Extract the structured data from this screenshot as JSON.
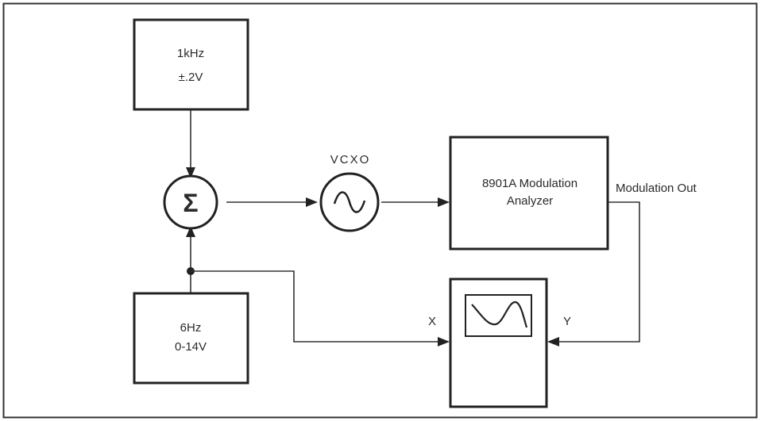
{
  "blocks": {
    "oscillator_1khz": {
      "line1": "1kHz",
      "line2": "±.2V"
    },
    "oscillator_6hz": {
      "line1": "6Hz",
      "line2": "0-14V"
    },
    "summer": {
      "symbol": "Σ"
    },
    "vcxo": {
      "label": "VCXO"
    },
    "analyzer": {
      "line1": "8901A Modulation",
      "line2": "Analyzer"
    },
    "oscilloscope": {
      "x_label": "X",
      "y_label": "Y"
    }
  },
  "signals": {
    "modulation_out": "Modulation Out"
  },
  "icons": {
    "vcxo": "sine-wave-icon",
    "scope_screen": "waveform-icon"
  }
}
